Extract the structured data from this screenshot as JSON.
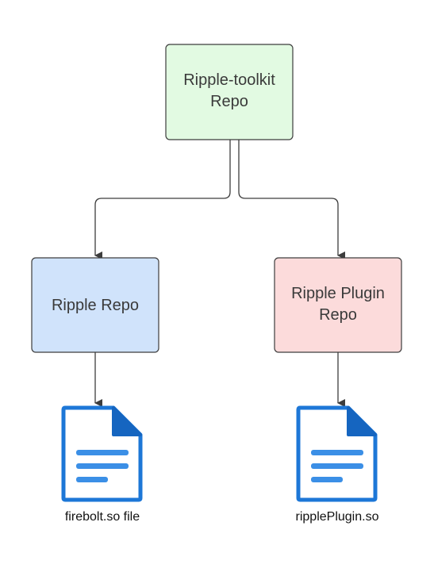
{
  "diagram": {
    "nodes": {
      "toolkit": {
        "lines": [
          "Ripple-toolkit",
          "Repo"
        ],
        "fill": "#e2fae2",
        "stroke": "#3d3d3d"
      },
      "ripple": {
        "lines": [
          "Ripple Repo"
        ],
        "fill": "#d0e3fb",
        "stroke": "#3d3d3d"
      },
      "plugin": {
        "lines": [
          "Ripple Plugin",
          "Repo"
        ],
        "fill": "#fcdbdb",
        "stroke": "#3d3d3d"
      }
    },
    "files": {
      "firebolt": {
        "label": "firebolt.so file",
        "icon": "document-icon"
      },
      "plugin_so": {
        "label": "ripplePlugin.so",
        "icon": "document-icon"
      }
    },
    "edges": [
      {
        "from": "toolkit",
        "to": "ripple"
      },
      {
        "from": "toolkit",
        "to": "plugin"
      },
      {
        "from": "ripple",
        "to": "firebolt"
      },
      {
        "from": "plugin",
        "to": "plugin_so"
      }
    ],
    "colors": {
      "connector": "#3d3d3d",
      "doc_outline": "#1d77d7",
      "doc_fold": "#1565c0",
      "doc_lines": "#3b8fe6",
      "doc_body": "#ffffff"
    }
  }
}
